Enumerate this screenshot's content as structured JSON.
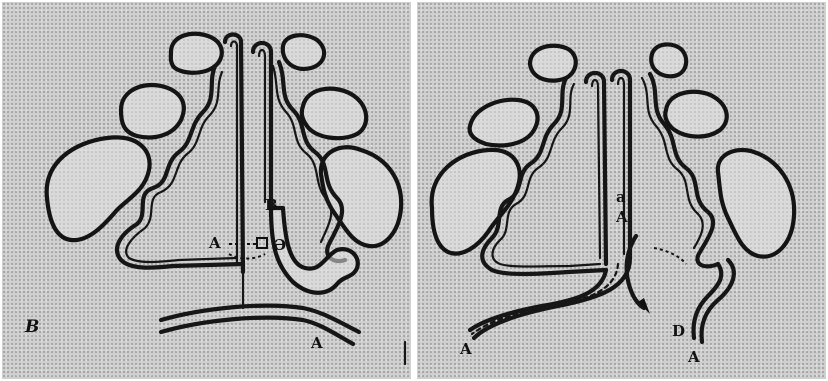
{
  "panels": [
    {
      "labels": {
        "corner": "B",
        "left_mid": "A",
        "right_mid": "Ə",
        "upper": "B",
        "bottom": "A"
      }
    },
    {
      "labels": {
        "upper": "a",
        "upper_2": "A",
        "bottom_left": "A",
        "right_low": "D",
        "bottom_right": "A"
      }
    }
  ],
  "colors": {
    "background": "#cfcfcf",
    "line": "#161616"
  }
}
